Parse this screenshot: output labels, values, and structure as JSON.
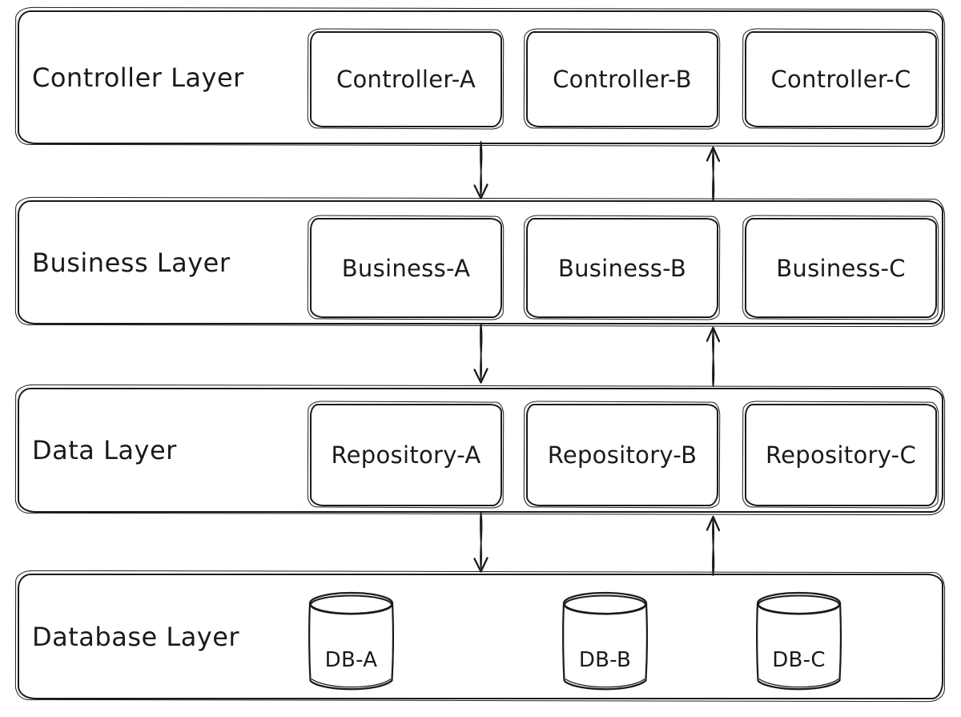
{
  "diagram": {
    "background_color": "#ffffff",
    "stroke_color": "#1a1a1a",
    "style": "hand-drawn sketch"
  },
  "layers": [
    {
      "label": "Controller Layer",
      "nodes": [
        {
          "label": "Controller-A",
          "shape": "rectangle"
        },
        {
          "label": "Controller-B",
          "shape": "rectangle"
        },
        {
          "label": "Controller-C",
          "shape": "rectangle"
        }
      ]
    },
    {
      "label": "Business Layer",
      "nodes": [
        {
          "label": "Business-A",
          "shape": "rectangle"
        },
        {
          "label": "Business-B",
          "shape": "rectangle"
        },
        {
          "label": "Business-C",
          "shape": "rectangle"
        }
      ]
    },
    {
      "label": "Data Layer",
      "nodes": [
        {
          "label": "Repository-A",
          "shape": "rectangle"
        },
        {
          "label": "Repository-B",
          "shape": "rectangle"
        },
        {
          "label": "Repository-C",
          "shape": "rectangle"
        }
      ]
    },
    {
      "label": "Database Layer",
      "nodes": [
        {
          "label": "DB-A",
          "shape": "cylinder"
        },
        {
          "label": "DB-B",
          "shape": "cylinder"
        },
        {
          "label": "DB-C",
          "shape": "cylinder"
        }
      ]
    }
  ],
  "connections": [
    {
      "from": "Controller Layer",
      "to": "Business Layer",
      "direction": "down"
    },
    {
      "from": "Business Layer",
      "to": "Controller Layer",
      "direction": "up"
    },
    {
      "from": "Business Layer",
      "to": "Data Layer",
      "direction": "down"
    },
    {
      "from": "Data Layer",
      "to": "Business Layer",
      "direction": "up"
    },
    {
      "from": "Data Layer",
      "to": "Database Layer",
      "direction": "down"
    },
    {
      "from": "Database Layer",
      "to": "Data Layer",
      "direction": "up"
    }
  ]
}
